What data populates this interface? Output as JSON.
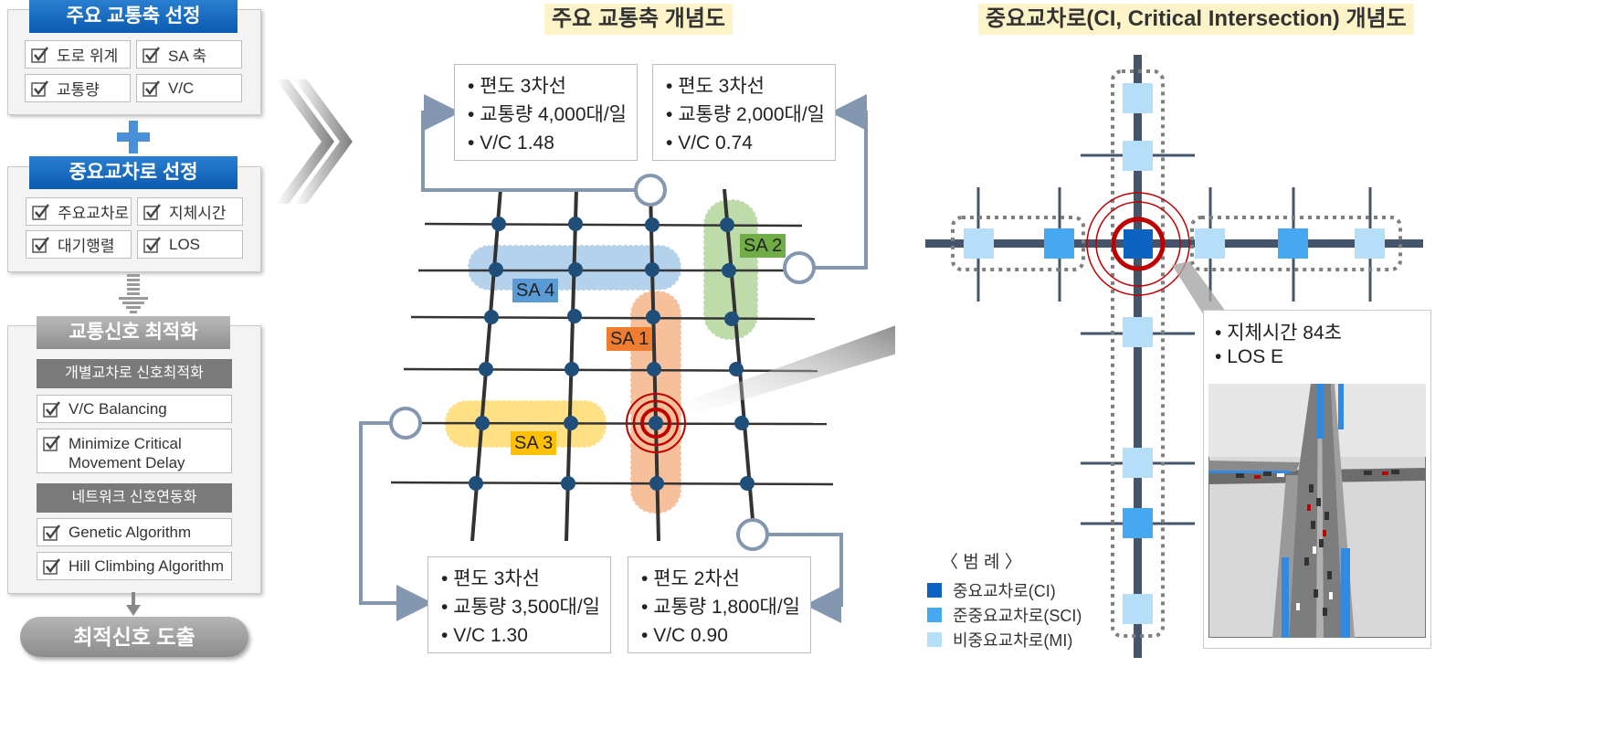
{
  "left": {
    "axis_title": "주요 교통축 선정",
    "axis_checks": [
      "도로 위계",
      "SA 축",
      "교통량",
      "V/C"
    ],
    "ci_title": "중요교차로 선정",
    "ci_checks": [
      "주요교차로",
      "지체시간",
      "대기행렬",
      "LOS"
    ],
    "opt_title": "교통신호 최적화",
    "individual_title": "개별교차로 신호최적화",
    "individual_checks": [
      "V/C Balancing",
      "Minimize Critical",
      "Movement Delay"
    ],
    "network_title": "네트워크 신호연동화",
    "network_checks": [
      "Genetic Algorithm",
      "Hill Climbing Algorithm"
    ],
    "result": "최적신호 도출"
  },
  "middle": {
    "title": "주요 교통축 개념도",
    "boxes": [
      {
        "lines": [
          "편도 3차선",
          "교통량 4,000대/일",
          "V/C 1.48"
        ]
      },
      {
        "lines": [
          "편도 3차선",
          "교통량 2,000대/일",
          "V/C 0.74"
        ]
      },
      {
        "lines": [
          "편도 3차선",
          "교통량 3,500대/일",
          "V/C 1.30"
        ]
      },
      {
        "lines": [
          "편도 2차선",
          "교통량 1,800대/일",
          "V/C 0.90"
        ]
      }
    ],
    "sa_labels": [
      "SA 1",
      "SA 2",
      "SA 3",
      "SA 4"
    ],
    "colors": {
      "sa1": "#ee7d31",
      "sa2": "#70ad47",
      "sa3": "#ffc000",
      "sa4": "#5b9bd5",
      "node": "#1f4e79",
      "arrow": "#8497b0",
      "ci": "#c00000"
    }
  },
  "right": {
    "title": "중요교차로(CI,  Critical Intersection) 개념도",
    "info_lines": [
      "지체시간 84초",
      "LOS E"
    ],
    "legend_title": "〈 범   례 〉",
    "legend": [
      {
        "label": "중요교차로(CI)",
        "color": "#0b62c0"
      },
      {
        "label": "준중요교차로(SCI)",
        "color": "#45a8f0"
      },
      {
        "label": "비중요교차로(MI)",
        "color": "#b5def8"
      }
    ]
  }
}
